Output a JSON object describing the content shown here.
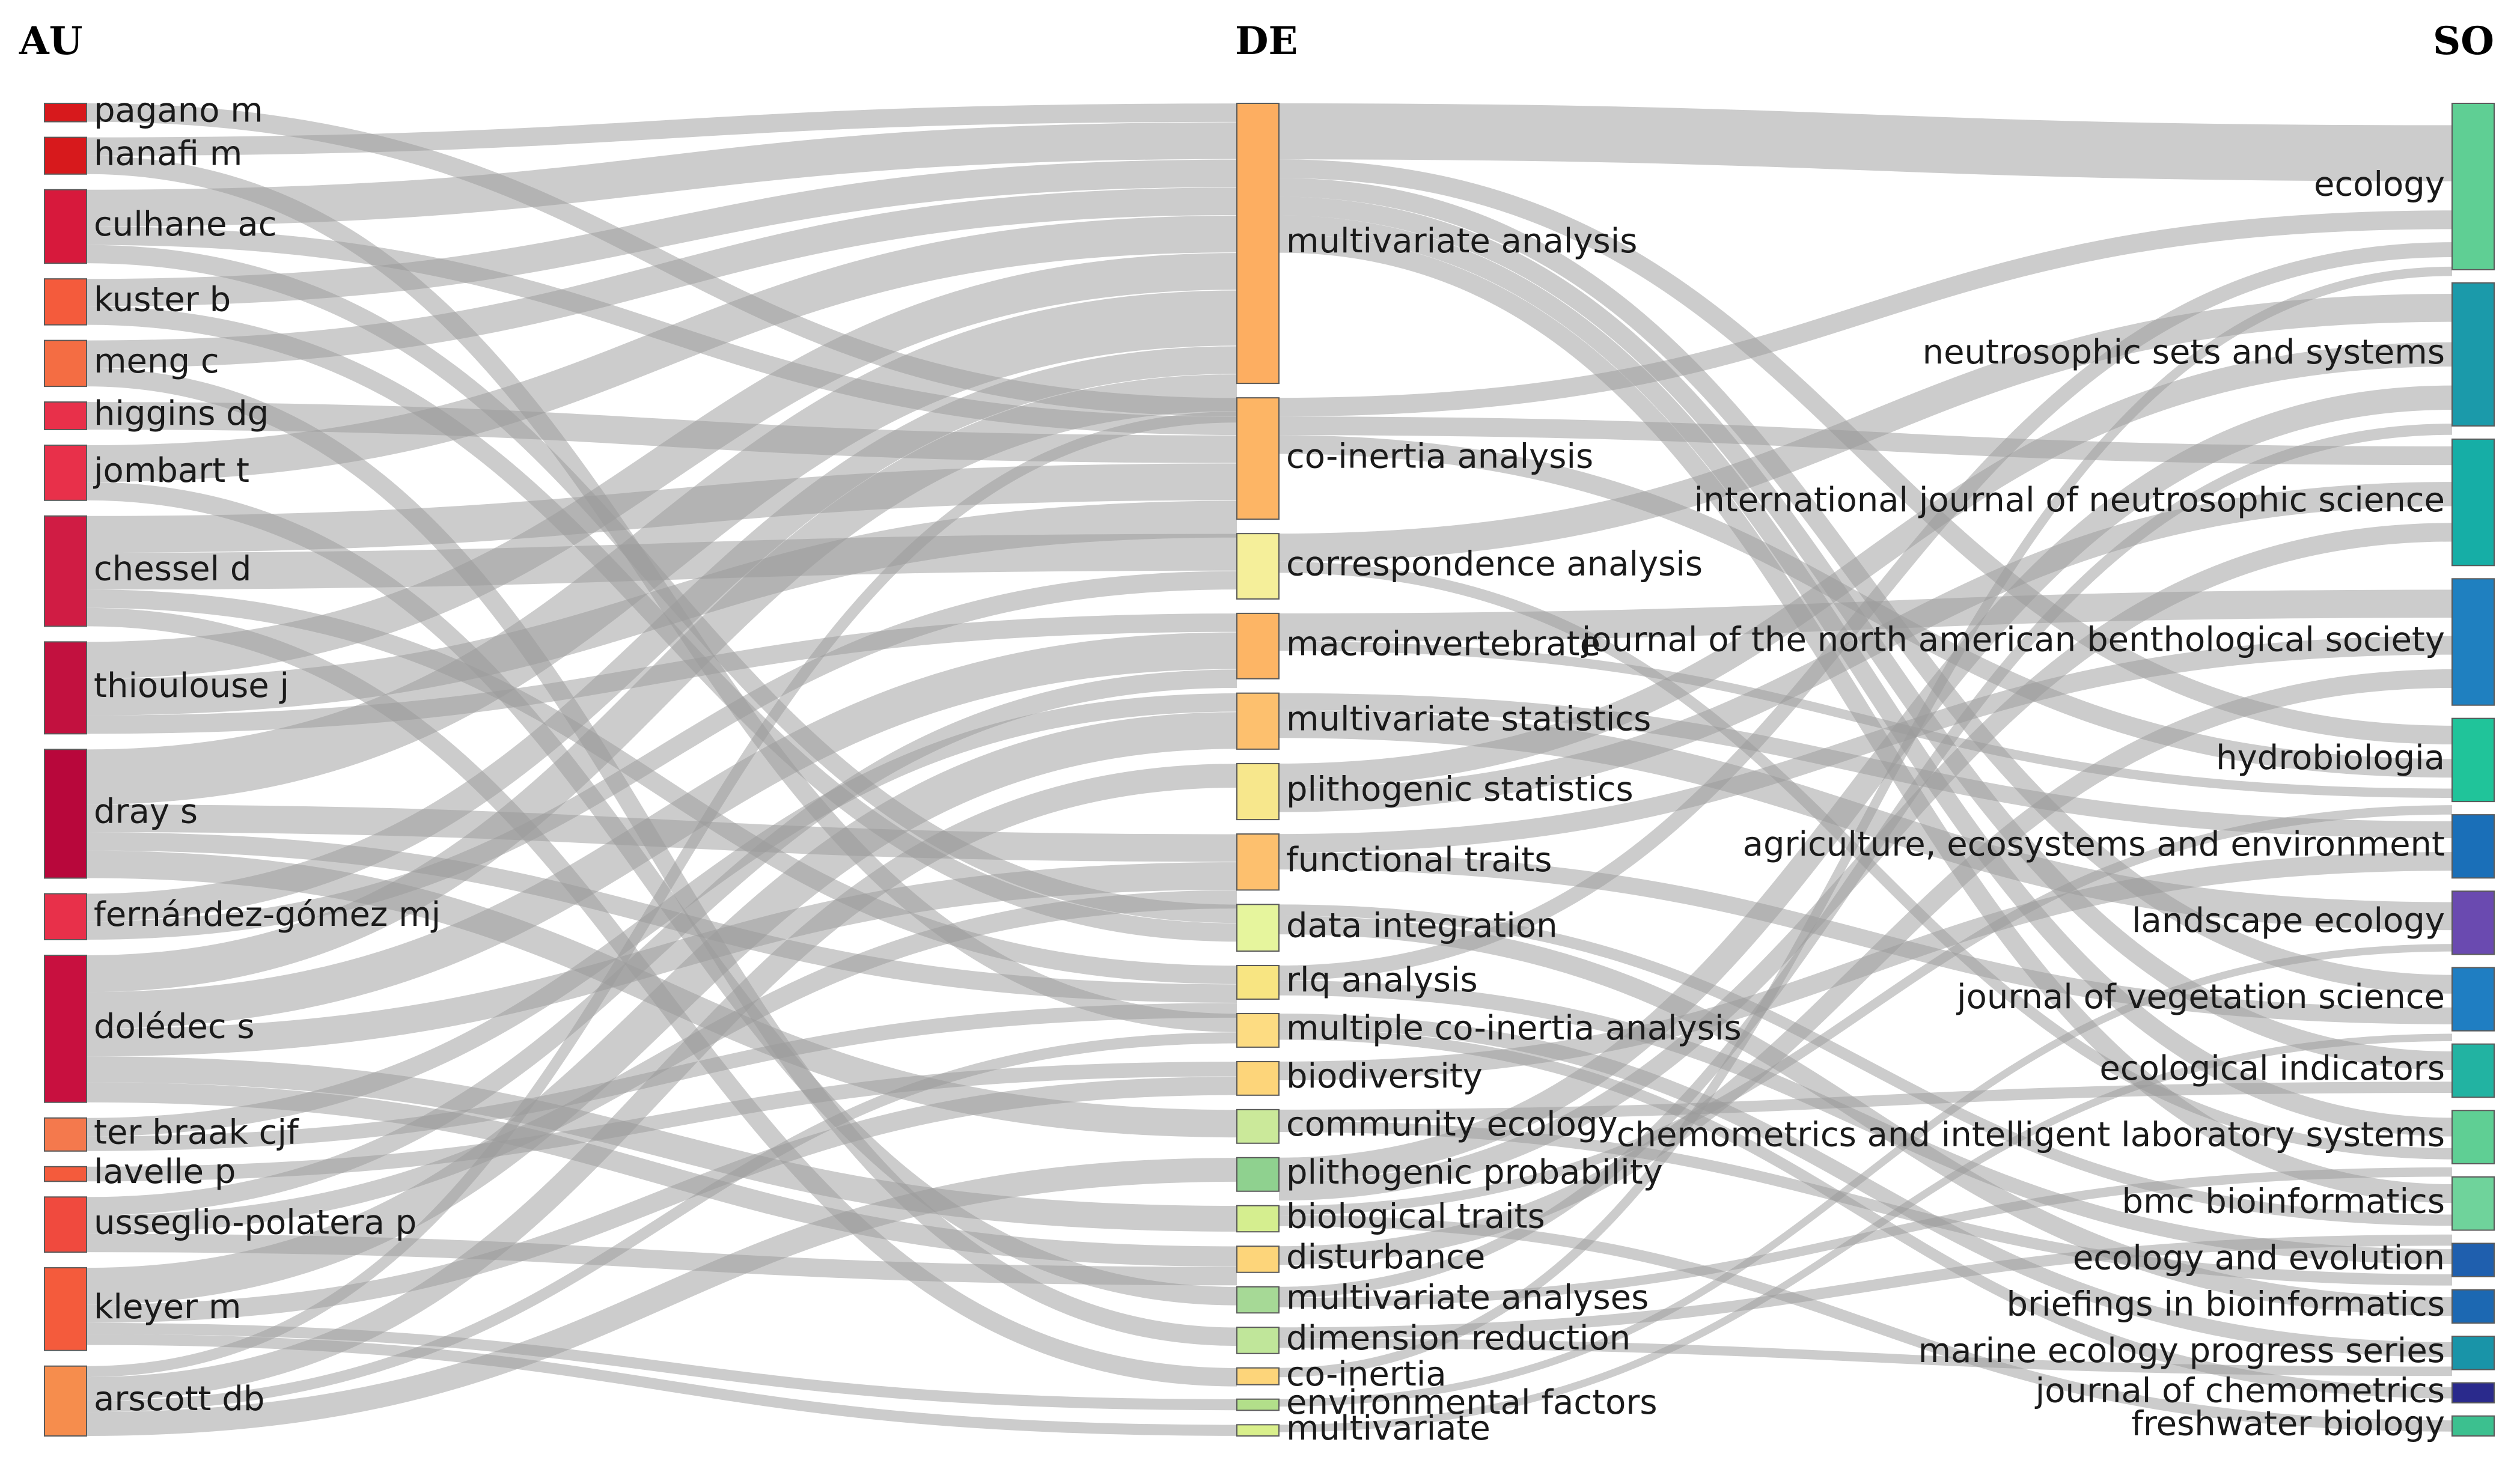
{
  "headers": {
    "au": "AU",
    "de": "DE",
    "so": "SO"
  },
  "chart_data": {
    "type": "sankey",
    "columns": [
      "AU",
      "DE",
      "SO"
    ],
    "nodes": {
      "AU": [
        {
          "id": "pagano-m",
          "label": "pagano m",
          "value": 1,
          "color": "#d7191c"
        },
        {
          "id": "hanafi-m",
          "label": "hanafi m",
          "value": 2,
          "color": "#d7191c"
        },
        {
          "id": "culhane-ac",
          "label": "culhane ac",
          "value": 4,
          "color": "#d7193c"
        },
        {
          "id": "kuster-b",
          "label": "kuster b",
          "value": 2.5,
          "color": "#f45b3c"
        },
        {
          "id": "meng-c",
          "label": "meng c",
          "value": 2.5,
          "color": "#f46d43"
        },
        {
          "id": "higgins-dg",
          "label": "higgins dg",
          "value": 1.5,
          "color": "#e8304a"
        },
        {
          "id": "jombart-t",
          "label": "jombart t",
          "value": 3,
          "color": "#e8304a"
        },
        {
          "id": "chessel-d",
          "label": "chessel d",
          "value": 6,
          "color": "#d01c44"
        },
        {
          "id": "thioulouse-j",
          "label": "thioulouse j",
          "value": 5,
          "color": "#c2113f"
        },
        {
          "id": "dray-s",
          "label": "dray s",
          "value": 7,
          "color": "#b8073b"
        },
        {
          "id": "fernandez-gomez-mj",
          "label": "fernández-gómez mj",
          "value": 2.5,
          "color": "#e8304a"
        },
        {
          "id": "doledec-s",
          "label": "dolédec s",
          "value": 8,
          "color": "#c8103f"
        },
        {
          "id": "ter-braak-cjf",
          "label": "ter braak cjf",
          "value": 1.8,
          "color": "#f4794d"
        },
        {
          "id": "lavelle-p",
          "label": "lavelle p",
          "value": 0.8,
          "color": "#f45b3c"
        },
        {
          "id": "usseglio-polatera-p",
          "label": "usseglio-polatera p",
          "value": 3,
          "color": "#f04a3e"
        },
        {
          "id": "kleyer-m",
          "label": "kleyer m",
          "value": 4.5,
          "color": "#f45b3c"
        },
        {
          "id": "arscott-db",
          "label": "arscott db",
          "value": 3.8,
          "color": "#f68d4d"
        }
      ],
      "DE": [
        {
          "id": "multivariate-analysis",
          "label": "multivariate analysis",
          "value": 15,
          "color": "#fdae61"
        },
        {
          "id": "co-inertia-analysis",
          "label": "co-inertia analysis",
          "value": 6.5,
          "color": "#fdb565"
        },
        {
          "id": "correspondence-analysis",
          "label": "correspondence analysis",
          "value": 3.5,
          "color": "#f5ef9a"
        },
        {
          "id": "macroinvertebrate",
          "label": "macroinvertebrate",
          "value": 3.5,
          "color": "#fdb565"
        },
        {
          "id": "multivariate-statistics",
          "label": "multivariate statistics",
          "value": 3,
          "color": "#fdc06e"
        },
        {
          "id": "plithogenic-statistics",
          "label": "plithogenic statistics",
          "value": 3,
          "color": "#f7e78c"
        },
        {
          "id": "functional-traits",
          "label": "functional traits",
          "value": 3,
          "color": "#fdc06e"
        },
        {
          "id": "data-integration",
          "label": "data integration",
          "value": 2.5,
          "color": "#e6f59d"
        },
        {
          "id": "rlq-analysis",
          "label": "rlq analysis",
          "value": 1.8,
          "color": "#f8e582"
        },
        {
          "id": "multiple-co-inertia-analysis",
          "label": "multiple co-inertia analysis",
          "value": 1.8,
          "color": "#fddc82"
        },
        {
          "id": "biodiversity",
          "label": "biodiversity",
          "value": 1.8,
          "color": "#fdd57a"
        },
        {
          "id": "community-ecology",
          "label": "community ecology",
          "value": 1.8,
          "color": "#cbe99a"
        },
        {
          "id": "plithogenic-probability",
          "label": "plithogenic probability",
          "value": 1.8,
          "color": "#8fd18f"
        },
        {
          "id": "biological-traits",
          "label": "biological traits",
          "value": 1.4,
          "color": "#d5ee8f"
        },
        {
          "id": "disturbance",
          "label": "disturbance",
          "value": 1.4,
          "color": "#fdd57a"
        },
        {
          "id": "multivariate-analyses",
          "label": "multivariate analyses",
          "value": 1.4,
          "color": "#a6d996"
        },
        {
          "id": "dimension-reduction",
          "label": "dimension reduction",
          "value": 1.4,
          "color": "#c0e69a"
        },
        {
          "id": "co-inertia",
          "label": "co-inertia",
          "value": 0.9,
          "color": "#fdd57a"
        },
        {
          "id": "environmental-factors",
          "label": "environmental factors",
          "value": 0.6,
          "color": "#b2df8a"
        },
        {
          "id": "multivariate",
          "label": "multivariate",
          "value": 0.6,
          "color": "#d9ef8b"
        }
      ],
      "SO": [
        {
          "id": "ecology",
          "label": "ecology",
          "value": 5,
          "color": "#5fcf94"
        },
        {
          "id": "neutrosophic-sets-and-systems",
          "label": "neutrosophic sets and systems",
          "value": 4.3,
          "color": "#1b9aaa"
        },
        {
          "id": "international-journal-of-neutrosophic-science",
          "label": "international journal of neutrosophic science",
          "value": 3.8,
          "color": "#16aea6"
        },
        {
          "id": "journal-of-the-north-american-benthological-society",
          "label": "journal of the north american benthological society",
          "value": 3.8,
          "color": "#1f80c0"
        },
        {
          "id": "hydrobiologia",
          "label": "hydrobiologia",
          "value": 2.5,
          "color": "#20c49a"
        },
        {
          "id": "agriculture-ecosystems-and-environment",
          "label": "agriculture, ecosystems and environment",
          "value": 1.9,
          "color": "#1a6fb8"
        },
        {
          "id": "landscape-ecology",
          "label": "landscape ecology",
          "value": 1.9,
          "color": "#6a4ab0"
        },
        {
          "id": "journal-of-vegetation-science",
          "label": "journal of vegetation science",
          "value": 1.9,
          "color": "#1f7ec2"
        },
        {
          "id": "ecological-indicators",
          "label": "ecological indicators",
          "value": 1.6,
          "color": "#22b3a2"
        },
        {
          "id": "chemometrics-and-intelligent-laboratory-systems",
          "label": "chemometrics and intelligent laboratory systems",
          "value": 1.6,
          "color": "#5fcf94"
        },
        {
          "id": "bmc-bioinformatics",
          "label": "bmc bioinformatics",
          "value": 1.6,
          "color": "#6fd39b"
        },
        {
          "id": "ecology-and-evolution",
          "label": "ecology and evolution",
          "value": 1,
          "color": "#1f5fae"
        },
        {
          "id": "briefings-in-bioinformatics",
          "label": "briefings in bioinformatics",
          "value": 1,
          "color": "#1c68b2"
        },
        {
          "id": "marine-ecology-progress-series",
          "label": "marine ecology progress series",
          "value": 1,
          "color": "#1994a8"
        },
        {
          "id": "journal-of-chemometrics",
          "label": "journal of chemometrics",
          "value": 0.6,
          "color": "#2a2a8c"
        },
        {
          "id": "freshwater-biology",
          "label": "freshwater biology",
          "value": 0.6,
          "color": "#3cc08f"
        }
      ]
    },
    "links": [
      {
        "source": "hanafi-m",
        "target": "multivariate-analysis",
        "value": 1
      },
      {
        "source": "hanafi-m",
        "target": "multiple-co-inertia-analysis",
        "value": 1
      },
      {
        "source": "pagano-m",
        "target": "co-inertia-analysis",
        "value": 1
      },
      {
        "source": "culhane-ac",
        "target": "multivariate-analysis",
        "value": 2
      },
      {
        "source": "culhane-ac",
        "target": "data-integration",
        "value": 1
      },
      {
        "source": "culhane-ac",
        "target": "co-inertia-analysis",
        "value": 1
      },
      {
        "source": "kuster-b",
        "target": "data-integration",
        "value": 1
      },
      {
        "source": "kuster-b",
        "target": "multivariate-analysis",
        "value": 1.5
      },
      {
        "source": "meng-c",
        "target": "multivariate-analysis",
        "value": 1.5
      },
      {
        "source": "meng-c",
        "target": "dimension-reduction",
        "value": 1
      },
      {
        "source": "higgins-dg",
        "target": "co-inertia-analysis",
        "value": 1.5
      },
      {
        "source": "jombart-t",
        "target": "multivariate-analysis",
        "value": 2
      },
      {
        "source": "jombart-t",
        "target": "multivariate-analyses",
        "value": 1
      },
      {
        "source": "chessel-d",
        "target": "co-inertia-analysis",
        "value": 2
      },
      {
        "source": "chessel-d",
        "target": "correspondence-analysis",
        "value": 2
      },
      {
        "source": "chessel-d",
        "target": "rlq-analysis",
        "value": 1
      },
      {
        "source": "chessel-d",
        "target": "co-inertia",
        "value": 1
      },
      {
        "source": "thioulouse-j",
        "target": "multivariate-analysis",
        "value": 2
      },
      {
        "source": "thioulouse-j",
        "target": "co-inertia-analysis",
        "value": 2
      },
      {
        "source": "thioulouse-j",
        "target": "macroinvertebrate",
        "value": 1
      },
      {
        "source": "dray-s",
        "target": "multivariate-analysis",
        "value": 3
      },
      {
        "source": "dray-s",
        "target": "rlq-analysis",
        "value": 1
      },
      {
        "source": "dray-s",
        "target": "functional-traits",
        "value": 1.5
      },
      {
        "source": "dray-s",
        "target": "community-ecology",
        "value": 1.5
      },
      {
        "source": "fernandez-gomez-mj",
        "target": "multivariate-analysis",
        "value": 1.5
      },
      {
        "source": "fernandez-gomez-mj",
        "target": "correspondence-analysis",
        "value": 1
      },
      {
        "source": "doledec-s",
        "target": "multivariate-analysis",
        "value": 2
      },
      {
        "source": "doledec-s",
        "target": "macroinvertebrate",
        "value": 2
      },
      {
        "source": "doledec-s",
        "target": "functional-traits",
        "value": 1.5
      },
      {
        "source": "doledec-s",
        "target": "biological-traits",
        "value": 1.4
      },
      {
        "source": "doledec-s",
        "target": "disturbance",
        "value": 1.1
      },
      {
        "source": "ter-braak-cjf",
        "target": "rlq-analysis",
        "value": 0.8
      },
      {
        "source": "ter-braak-cjf",
        "target": "multivariate-statistics",
        "value": 1
      },
      {
        "source": "lavelle-p",
        "target": "biodiversity",
        "value": 0.8
      },
      {
        "source": "usseglio-polatera-p",
        "target": "macroinvertebrate",
        "value": 1
      },
      {
        "source": "usseglio-polatera-p",
        "target": "functional-traits",
        "value": 1
      },
      {
        "source": "usseglio-polatera-p",
        "target": "disturbance",
        "value": 1
      },
      {
        "source": "kleyer-m",
        "target": "multivariate-statistics",
        "value": 2
      },
      {
        "source": "kleyer-m",
        "target": "biodiversity",
        "value": 1
      },
      {
        "source": "kleyer-m",
        "target": "environmental-factors",
        "value": 0.6
      },
      {
        "source": "kleyer-m",
        "target": "multivariate",
        "value": 0.6
      },
      {
        "source": "arscott-db",
        "target": "plithogenic-statistics",
        "value": 1.3
      },
      {
        "source": "arscott-db",
        "target": "plithogenic-probability",
        "value": 1.3
      },
      {
        "source": "arscott-db",
        "target": "multiple-co-inertia-analysis",
        "value": 0.6
      },
      {
        "source": "arscott-db",
        "target": "multivariate-analysis",
        "value": 0.6
      },
      {
        "source": "multivariate-analysis",
        "target": "ecology",
        "value": 3
      },
      {
        "source": "multivariate-analysis",
        "target": "hydrobiologia",
        "value": 1
      },
      {
        "source": "multivariate-analysis",
        "target": "bmc-bioinformatics",
        "value": 1
      },
      {
        "source": "multivariate-analysis",
        "target": "journal-of-vegetation-science",
        "value": 1
      },
      {
        "source": "multivariate-analysis",
        "target": "ecological-indicators",
        "value": 1
      },
      {
        "source": "multivariate-analysis",
        "target": "chemometrics-and-intelligent-laboratory-systems",
        "value": 1
      },
      {
        "source": "co-inertia-analysis",
        "target": "ecology",
        "value": 1
      },
      {
        "source": "co-inertia-analysis",
        "target": "international-journal-of-neutrosophic-science",
        "value": 1
      },
      {
        "source": "co-inertia-analysis",
        "target": "hydrobiologia",
        "value": 1
      },
      {
        "source": "correspondence-analysis",
        "target": "neutrosophic-sets-and-systems",
        "value": 1.5
      },
      {
        "source": "correspondence-analysis",
        "target": "chemometrics-and-intelligent-laboratory-systems",
        "value": 0.6
      },
      {
        "source": "macroinvertebrate",
        "target": "journal-of-the-north-american-benthological-society",
        "value": 1.5
      },
      {
        "source": "macroinvertebrate",
        "target": "hydrobiologia",
        "value": 0.5
      },
      {
        "source": "multivariate-statistics",
        "target": "landscape-ecology",
        "value": 1.5
      },
      {
        "source": "multivariate-statistics",
        "target": "agriculture-ecosystems-and-environment",
        "value": 0.9
      },
      {
        "source": "plithogenic-statistics",
        "target": "neutrosophic-sets-and-systems",
        "value": 1.3
      },
      {
        "source": "plithogenic-statistics",
        "target": "international-journal-of-neutrosophic-science",
        "value": 1.3
      },
      {
        "source": "functional-traits",
        "target": "journal-of-the-north-american-benthological-society",
        "value": 1
      },
      {
        "source": "functional-traits",
        "target": "journal-of-vegetation-science",
        "value": 0.9
      },
      {
        "source": "data-integration",
        "target": "briefings-in-bioinformatics",
        "value": 1
      },
      {
        "source": "data-integration",
        "target": "bmc-bioinformatics",
        "value": 0.6
      },
      {
        "source": "rlq-analysis",
        "target": "ecology",
        "value": 0.8
      },
      {
        "source": "rlq-analysis",
        "target": "ecology-and-evolution",
        "value": 0.8
      },
      {
        "source": "multiple-co-inertia-analysis",
        "target": "marine-ecology-progress-series",
        "value": 0.8
      },
      {
        "source": "multiple-co-inertia-analysis",
        "target": "journal-of-chemometrics",
        "value": 0.6
      },
      {
        "source": "biodiversity",
        "target": "agriculture-ecosystems-and-environment",
        "value": 1
      },
      {
        "source": "community-ecology",
        "target": "ecological-indicators",
        "value": 0.6
      },
      {
        "source": "community-ecology",
        "target": "ecology-and-evolution",
        "value": 0.6
      },
      {
        "source": "plithogenic-probability",
        "target": "neutrosophic-sets-and-systems",
        "value": 1.3
      },
      {
        "source": "plithogenic-probability",
        "target": "international-journal-of-neutrosophic-science",
        "value": 1
      },
      {
        "source": "biological-traits",
        "target": "freshwater-biology",
        "value": 0.6
      },
      {
        "source": "biological-traits",
        "target": "hydrobiologia",
        "value": 0.5
      },
      {
        "source": "disturbance",
        "target": "journal-of-the-north-american-benthological-society",
        "value": 1
      },
      {
        "source": "multivariate-analyses",
        "target": "neutrosophic-sets-and-systems",
        "value": 0.6
      },
      {
        "source": "multivariate-analyses",
        "target": "chemometrics-and-intelligent-laboratory-systems",
        "value": 0.5
      },
      {
        "source": "dimension-reduction",
        "target": "bmc-bioinformatics",
        "value": 0.6
      },
      {
        "source": "dimension-reduction",
        "target": "marine-ecology-progress-series",
        "value": 0.5
      },
      {
        "source": "co-inertia",
        "target": "ecology",
        "value": 0.5
      },
      {
        "source": "environmental-factors",
        "target": "landscape-ecology",
        "value": 0.4
      },
      {
        "source": "multivariate",
        "target": "journal-of-vegetation-science",
        "value": 0.4
      }
    ]
  }
}
